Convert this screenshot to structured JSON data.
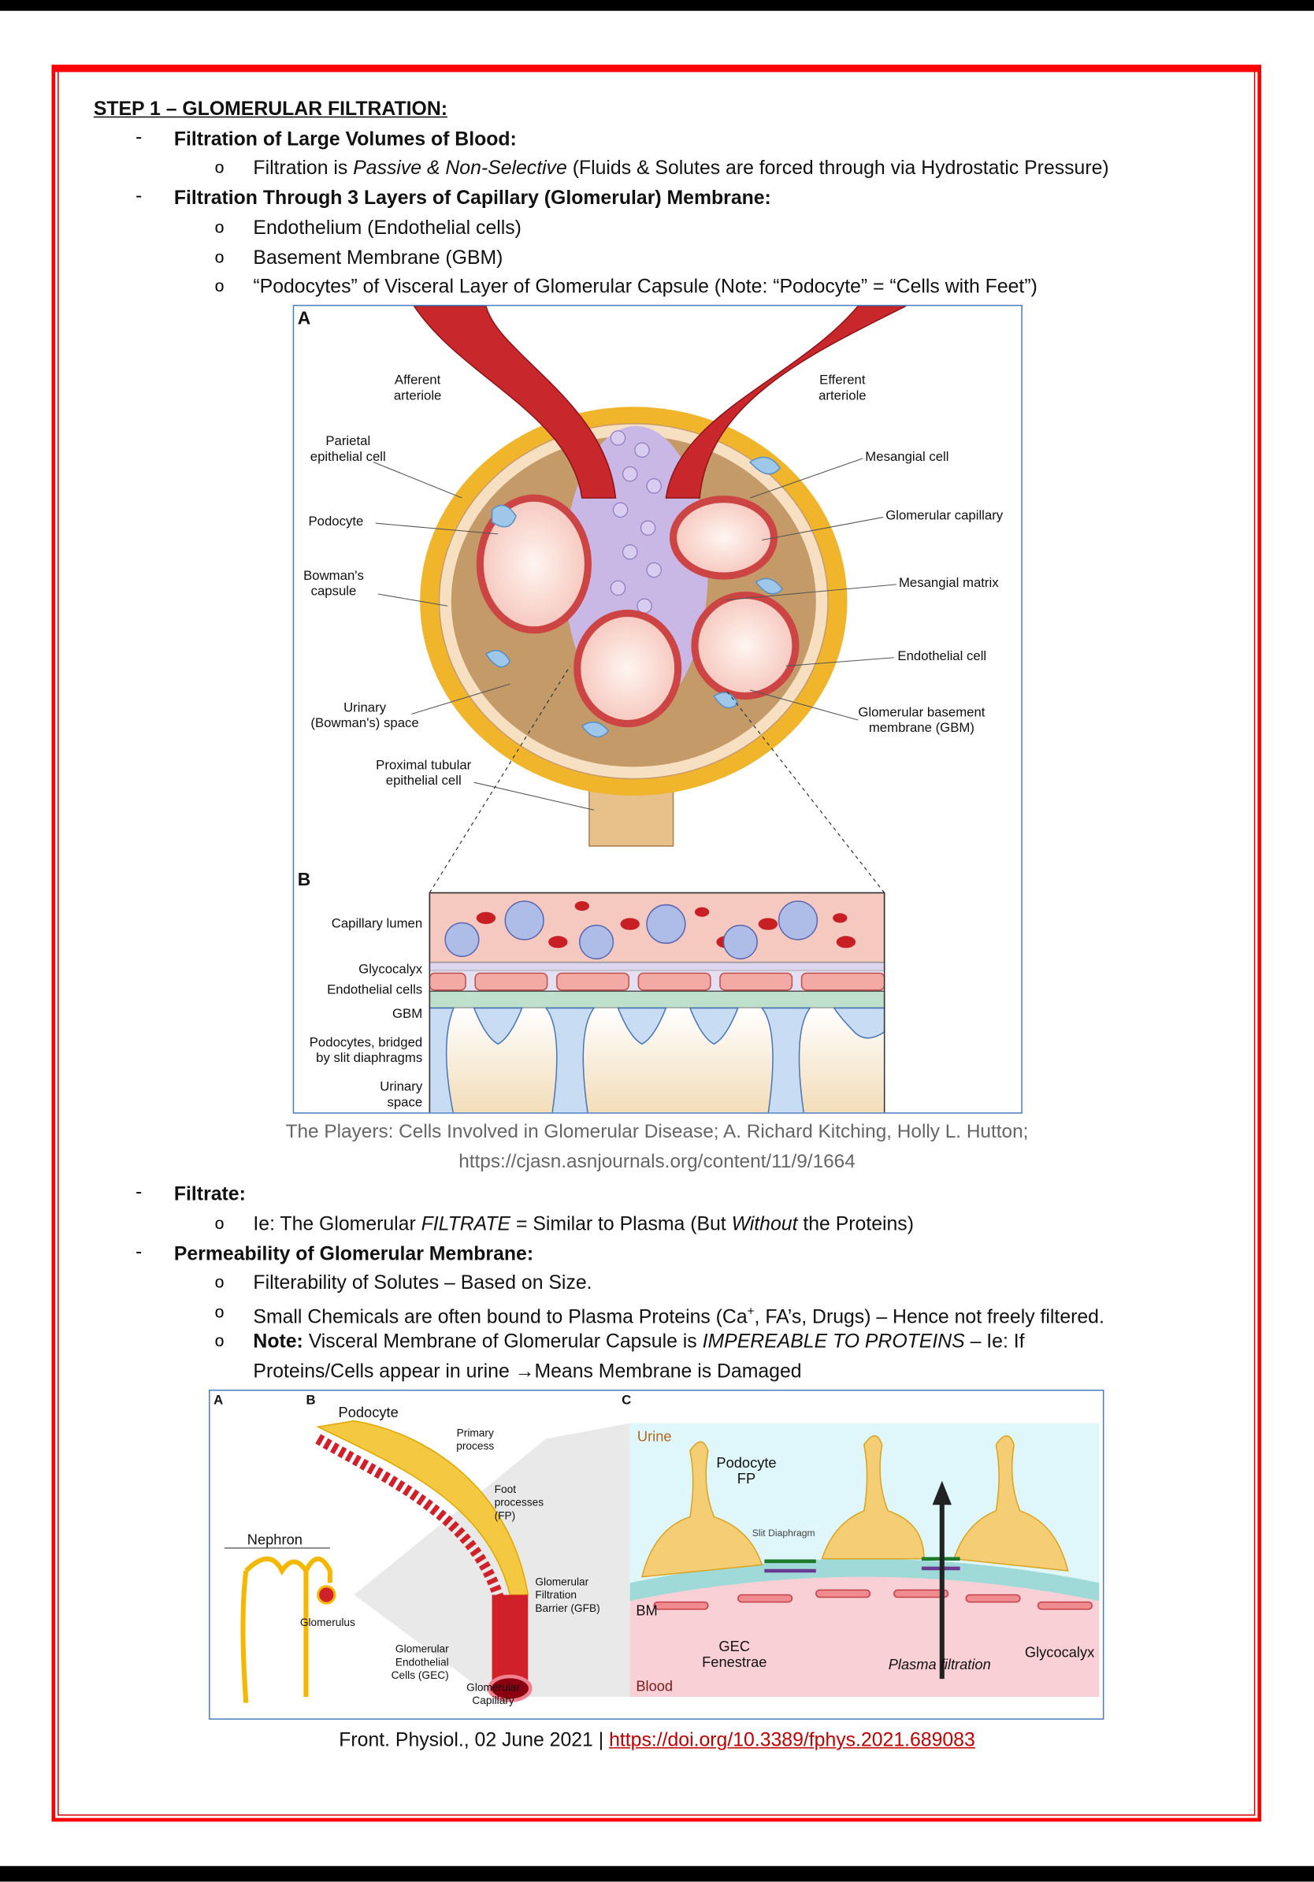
{
  "heading": "STEP 1 – GLOMERULAR FILTRATION:",
  "sections": [
    {
      "title": "Filtration of Large Volumes of Blood:",
      "items": [
        {
          "pre": "Filtration is ",
          "em": "Passive & Non-Selective",
          "post": " (Fluids & Solutes are forced through via Hydrostatic Pressure)"
        }
      ]
    },
    {
      "title": "Filtration Through 3 Layers of Capillary (Glomerular) Membrane:",
      "items": [
        {
          "text": "Endothelium (Endothelial cells)"
        },
        {
          "text": "Basement Membrane (GBM)"
        },
        {
          "text": "“Podocytes” of Visceral Layer of Glomerular Capsule (Note: “Podocyte” = “Cells with Feet”)"
        }
      ]
    },
    {
      "title": "Filtrate:",
      "items": [
        {
          "pre": "Ie: The Glomerular ",
          "em": "FILTRATE",
          "mid": " = Similar to Plasma (But ",
          "em2": "Without",
          "post": " the Proteins)"
        }
      ]
    },
    {
      "title": "Permeability of Glomerular Membrane:",
      "items": [
        {
          "text": "Filterability of Solutes – Based on Size."
        },
        {
          "pre": "Small Chemicals are often bound to Plasma Proteins (Ca",
          "sup": "+",
          "post": ", FA’s, Drugs) – Hence not freely filtered."
        },
        {
          "strong": "Note:",
          "pre": " Visceral Membrane of Glomerular Capsule is ",
          "em": "IMPEREABLE TO PROTEINS",
          "post": " – Ie: If",
          "line2": "Proteins/Cells appear in urine →Means Membrane is Damaged"
        }
      ]
    }
  ],
  "bullet_dash": "-",
  "bullet_circle": "o",
  "figure1": {
    "panel_a": "A",
    "panel_b": "B",
    "labels": {
      "afferent": "Afferent\narteriole",
      "efferent": "Efferent\narteriole",
      "parietal": "Parietal\nepithelial cell",
      "podocyte": "Podocyte",
      "bowman": "Bowman's\ncapsule",
      "urinary": "Urinary\n(Bowman's) space",
      "proximal": "Proximal tubular\nepithelial cell",
      "mesangial_cell": "Mesangial cell",
      "glom_cap": "Glomerular capillary",
      "mesangial_matrix": "Mesangial matrix",
      "endothelial": "Endothelial cell",
      "gbm": "Glomerular basement\nmembrane (GBM)"
    },
    "layers": {
      "lumen": "Capillary lumen",
      "glyco": "Glycocalyx",
      "endo": "Endothelial cells",
      "gbm": "GBM",
      "podo": "Podocytes, bridged\nby slit diaphragms",
      "urinary": "Urinary\nspace"
    },
    "caption_line1": "The Players: Cells Involved in Glomerular Disease; A. Richard Kitching, Holly L. Hutton;",
    "caption_line2": "https://cjasn.asnjournals.org/content/11/9/1664"
  },
  "figure2": {
    "panel_a": "A",
    "panel_b": "B",
    "panel_c": "C",
    "labels": {
      "podocyte": "Podocyte",
      "primary": "Primary\nprocess",
      "foot": "Foot\nprocesses\n(FP)",
      "nephron": "Nephron",
      "glomerulus": "Glomerulus",
      "gfb": "Glomerular\nFiltration\nBarrier (GFB)",
      "gec": "Glomerular\nEndothelial\nCells (GEC)",
      "capillary": "Glomerular\nCapillary",
      "urine": "Urine",
      "podocyte_fp": "Podocyte\nFP",
      "slit": "Slit Diaphragm",
      "bm": "BM",
      "gec_fen": "GEC\nFenestrae",
      "plasma": "Plasma filtration",
      "glycocalyx": "Glycocalyx",
      "blood": "Blood"
    },
    "citation_text": "Front. Physiol., 02 June 2021 | ",
    "citation_link": "https://doi.org/10.3389/fphys.2021.689083"
  }
}
